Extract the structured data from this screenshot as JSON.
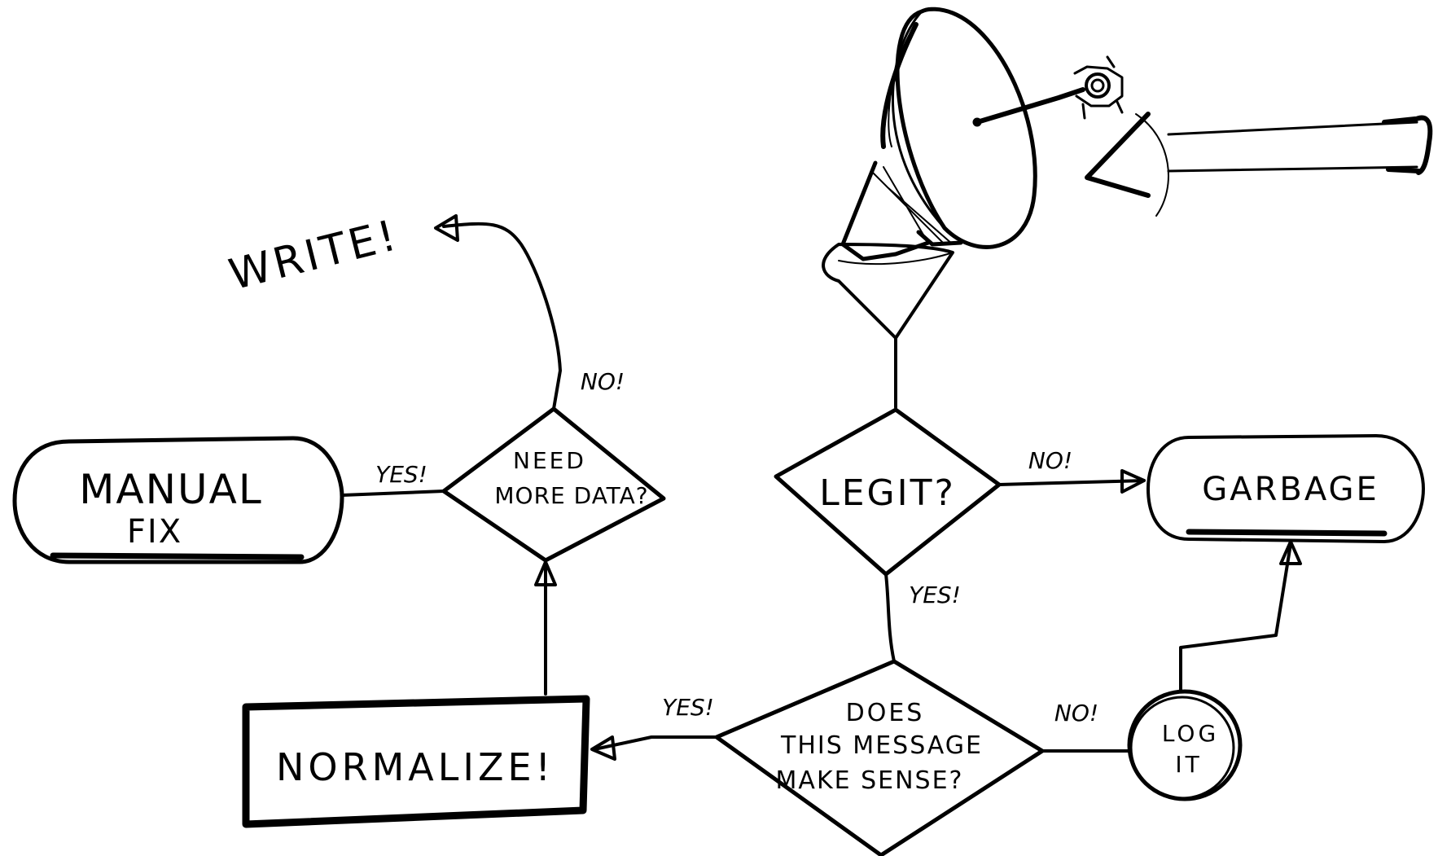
{
  "nodes": {
    "manual_fix": {
      "line1": "MANUAL",
      "line2": "FIX"
    },
    "need_more_data": {
      "line1": "NEED",
      "line2": "MORE DATA?"
    },
    "legit": {
      "text": "LEGIT?"
    },
    "garbage": {
      "text": "GARBAGE"
    },
    "normalize": {
      "text": "NORMALIZE!"
    },
    "makes_sense": {
      "line1": "DOES",
      "line2": "THIS MESSAGE",
      "line3": "MAKE SENSE?"
    },
    "log_it": {
      "line1": "LOG",
      "line2": "IT"
    },
    "write": {
      "text": "WRITE!"
    }
  },
  "edges": {
    "need_to_manual_yes": "YES!",
    "need_to_write_no": "NO!",
    "legit_to_garbage_no": "NO!",
    "legit_to_sense_yes": "YES!",
    "sense_to_normalize_yes": "YES!",
    "sense_to_log_no": "NO!"
  }
}
